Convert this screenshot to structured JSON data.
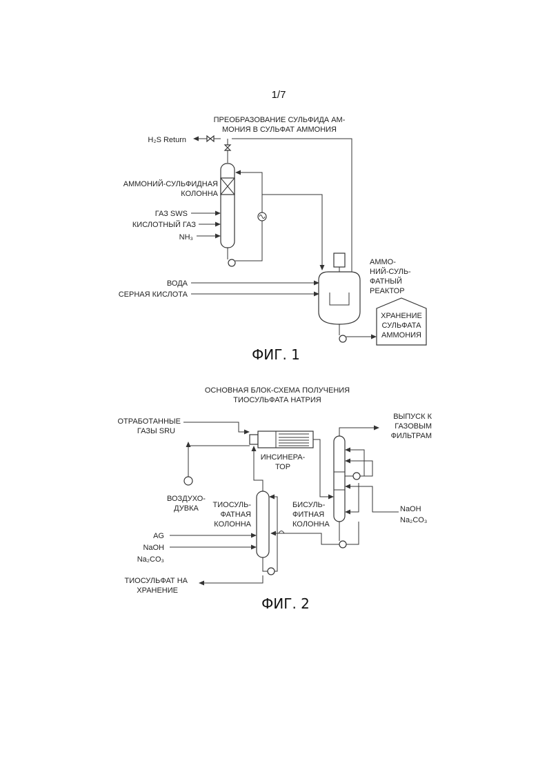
{
  "page_number": "1/7",
  "fig1": {
    "caption": "ФИГ. 1",
    "title_line1": "ПРЕОБРАЗОВАНИЕ СУЛЬФИДА АМ-",
    "title_line2": "МОНИЯ В СУЛЬФАТ АММОНИЯ",
    "h2s_return": "H₂S  Return",
    "column_line1": "АММОНИЙ-СУЛЬФИДНАЯ",
    "column_line2": "КОЛОННА",
    "sws_gas": "ГАЗ SWS",
    "acid_gas": "КИСЛОТНЫЙ ГАЗ",
    "nh3": "NH₃",
    "water": "ВОДА",
    "sulfuric_acid": "СЕРНАЯ КИСЛОТА",
    "reactor_line1": "АММО-",
    "reactor_line2": "НИЙ-СУЛЬ-",
    "reactor_line3": "ФАТНЫЙ",
    "reactor_line4": "РЕАКТОР",
    "storage_line1": "ХРАНЕНИЕ",
    "storage_line2": "СУЛЬФАТА",
    "storage_line3": "АММОНИЯ"
  },
  "fig2": {
    "caption": "ФИГ. 2",
    "title_line1": "ОСНОВНАЯ БЛОК-СХЕМА ПОЛУЧЕНИЯ",
    "title_line2": "ТИОСУЛЬФАТА НАТРИЯ",
    "tail_gas_line1": "ОТРАБОТАННЫЕ",
    "tail_gas_line2": "ГАЗЫ SRU",
    "incinerator_line1": "ИНСИНЕРА-",
    "incinerator_line2": "ТОР",
    "vent_line1": "ВЫПУСК К",
    "vent_line2": "ГАЗОВЫМ",
    "vent_line3": "ФИЛЬТРАМ",
    "blower_line1": "ВОЗДУХО-",
    "blower_line2": "ДУВКА",
    "thio_col_line1": "ТИОСУЛЬ-",
    "thio_col_line2": "ФАТНАЯ",
    "thio_col_line3": "КОЛОННА",
    "bisulfite_line1": "БИСУЛЬ-",
    "bisulfite_line2": "ФИТНАЯ",
    "bisulfite_line3": "КОЛОННА",
    "ag": "AG",
    "naoh": "NaOH",
    "na2co3": "Na₂CO₃",
    "right_naoh": "NaOH",
    "right_na2co3": "Na₂CO₃",
    "product_line1": "ТИОСУЛЬФАТ НА",
    "product_line2": "ХРАНЕНИЕ"
  }
}
